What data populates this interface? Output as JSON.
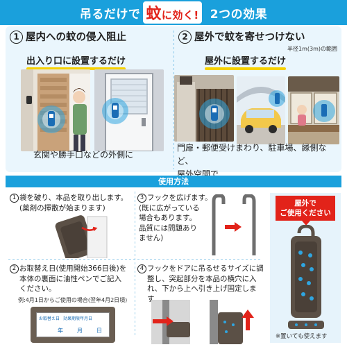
{
  "banner": {
    "lead": "吊るだけで",
    "accent_big": "蚊",
    "accent_small": "に効く!",
    "tail": "2つの効果"
  },
  "effects": {
    "left": {
      "num": "1",
      "title": "屋内への蚊の侵入阻止",
      "sub_head": "出入り口に設置するだけ",
      "description_lines": [
        "玄関や勝手口などの外側に"
      ]
    },
    "right": {
      "num": "2",
      "title": "屋外で蚊を寄せつけない",
      "range_note": "半径1m(3m)の範囲",
      "sub_head": "屋外に設置するだけ",
      "description_lines": [
        "門扉・郵便受けまわり、駐車場、縁側など、",
        "屋外空間で"
      ]
    }
  },
  "howto": {
    "heading": "使用方法",
    "steps": [
      {
        "num": "1",
        "lines": [
          "袋を破り、本品を取り出します。",
          "(薬剤の揮散が始まります)"
        ]
      },
      {
        "num": "3",
        "lines": [
          "フックを広げます。",
          "(既に広がっている",
          "場合もあります。",
          "品質には問題あり",
          "ません)"
        ]
      },
      {
        "num": "2",
        "lines": [
          "お取替え日(使用開始366日後)を",
          "本体の裏面に油性ペンでご記入",
          "ください。"
        ],
        "example": "例:4月1日からご使用の場合(翌年4月2日頃)"
      },
      {
        "num": "4",
        "lines": [
          "フックをドアに吊るせるサイズに調",
          "整し、突起部分を本品の横穴に入",
          "れ、下から上へ引き上げ固定します。"
        ]
      }
    ],
    "label_card": {
      "line1": "お取替え日",
      "line1b": "効果期限年月日",
      "year": "年",
      "month": "月",
      "day": "日"
    },
    "outdoor": {
      "tag_line1": "屋外で",
      "tag_line2": "ご使用ください",
      "footnote": "※置いても使えます"
    }
  },
  "colors": {
    "brand_blue": "#1aa0dc",
    "accent_red": "#e2231a",
    "highlight_yellow": "#f6d100",
    "panel_light": "#eaf6fd",
    "product_brown": "#5b5046"
  }
}
